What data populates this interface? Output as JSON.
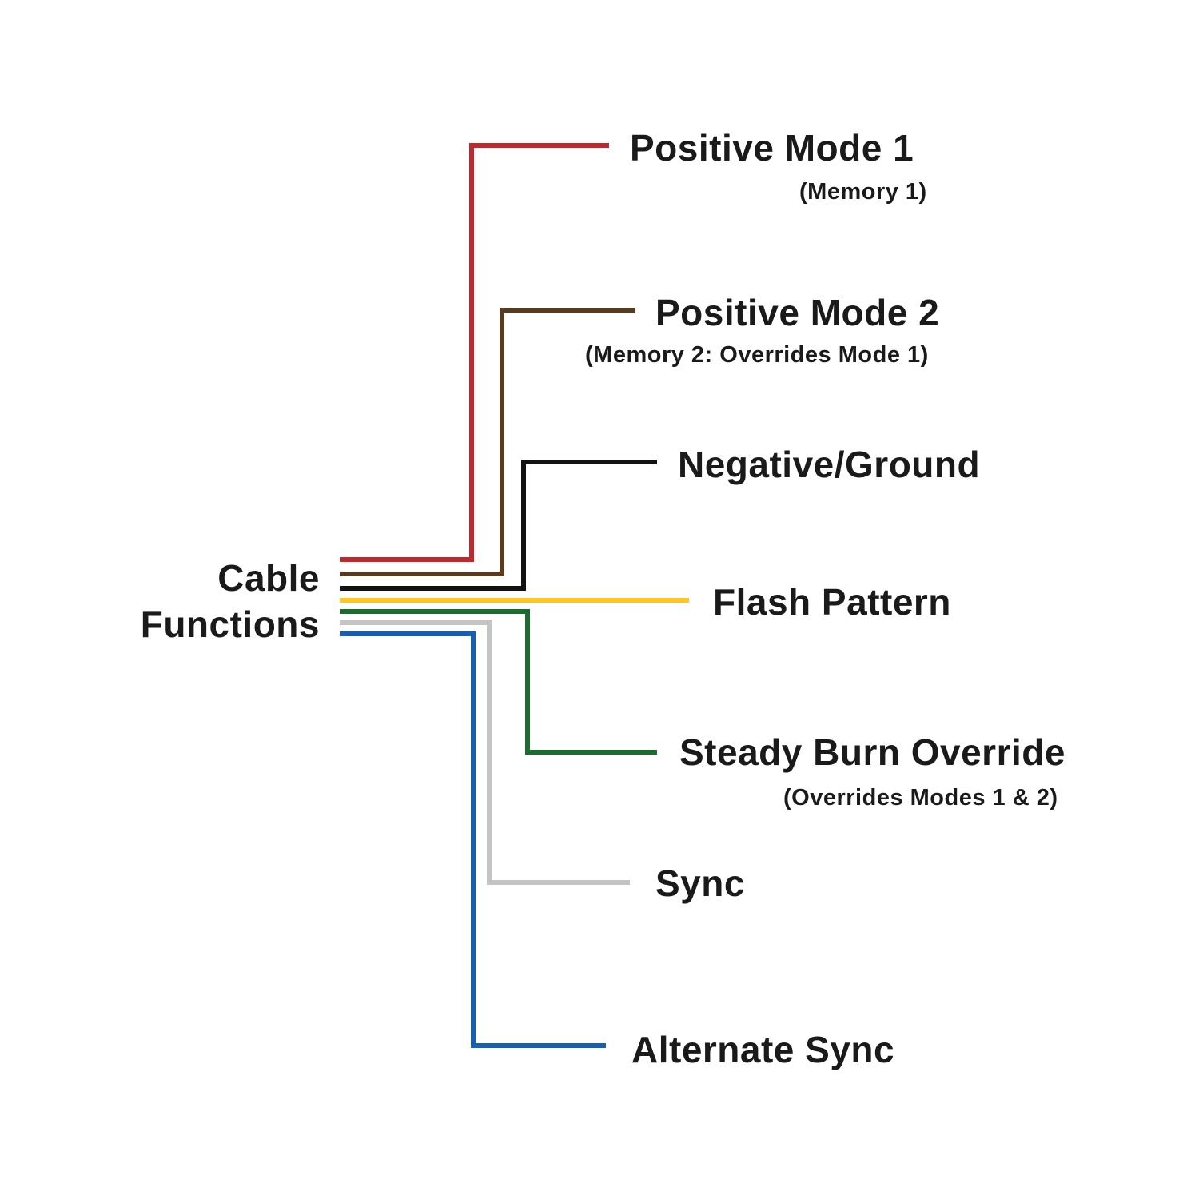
{
  "diagram": {
    "title_line1": "Cable",
    "title_line2": "Functions",
    "wires": [
      {
        "name": "red-wire",
        "color": "#c1272d",
        "label": "Positive Mode 1",
        "sublabel": "(Memory 1)"
      },
      {
        "name": "brown-wire",
        "color": "#5a3a1c",
        "label": "Positive Mode 2",
        "sublabel": "(Memory 2: Overrides Mode 1)"
      },
      {
        "name": "black-wire",
        "color": "#121212",
        "label": "Negative/Ground",
        "sublabel": ""
      },
      {
        "name": "yellow-wire",
        "color": "#ffc71e",
        "label": "Flash Pattern",
        "sublabel": ""
      },
      {
        "name": "green-wire",
        "color": "#1c6b2f",
        "label": "Steady Burn Override",
        "sublabel": "(Overrides Modes 1 & 2)"
      },
      {
        "name": "gray-wire",
        "color": "#c4c4c4",
        "label": "Sync",
        "sublabel": ""
      },
      {
        "name": "blue-wire",
        "color": "#1660b4",
        "label": "Alternate Sync",
        "sublabel": ""
      }
    ]
  }
}
